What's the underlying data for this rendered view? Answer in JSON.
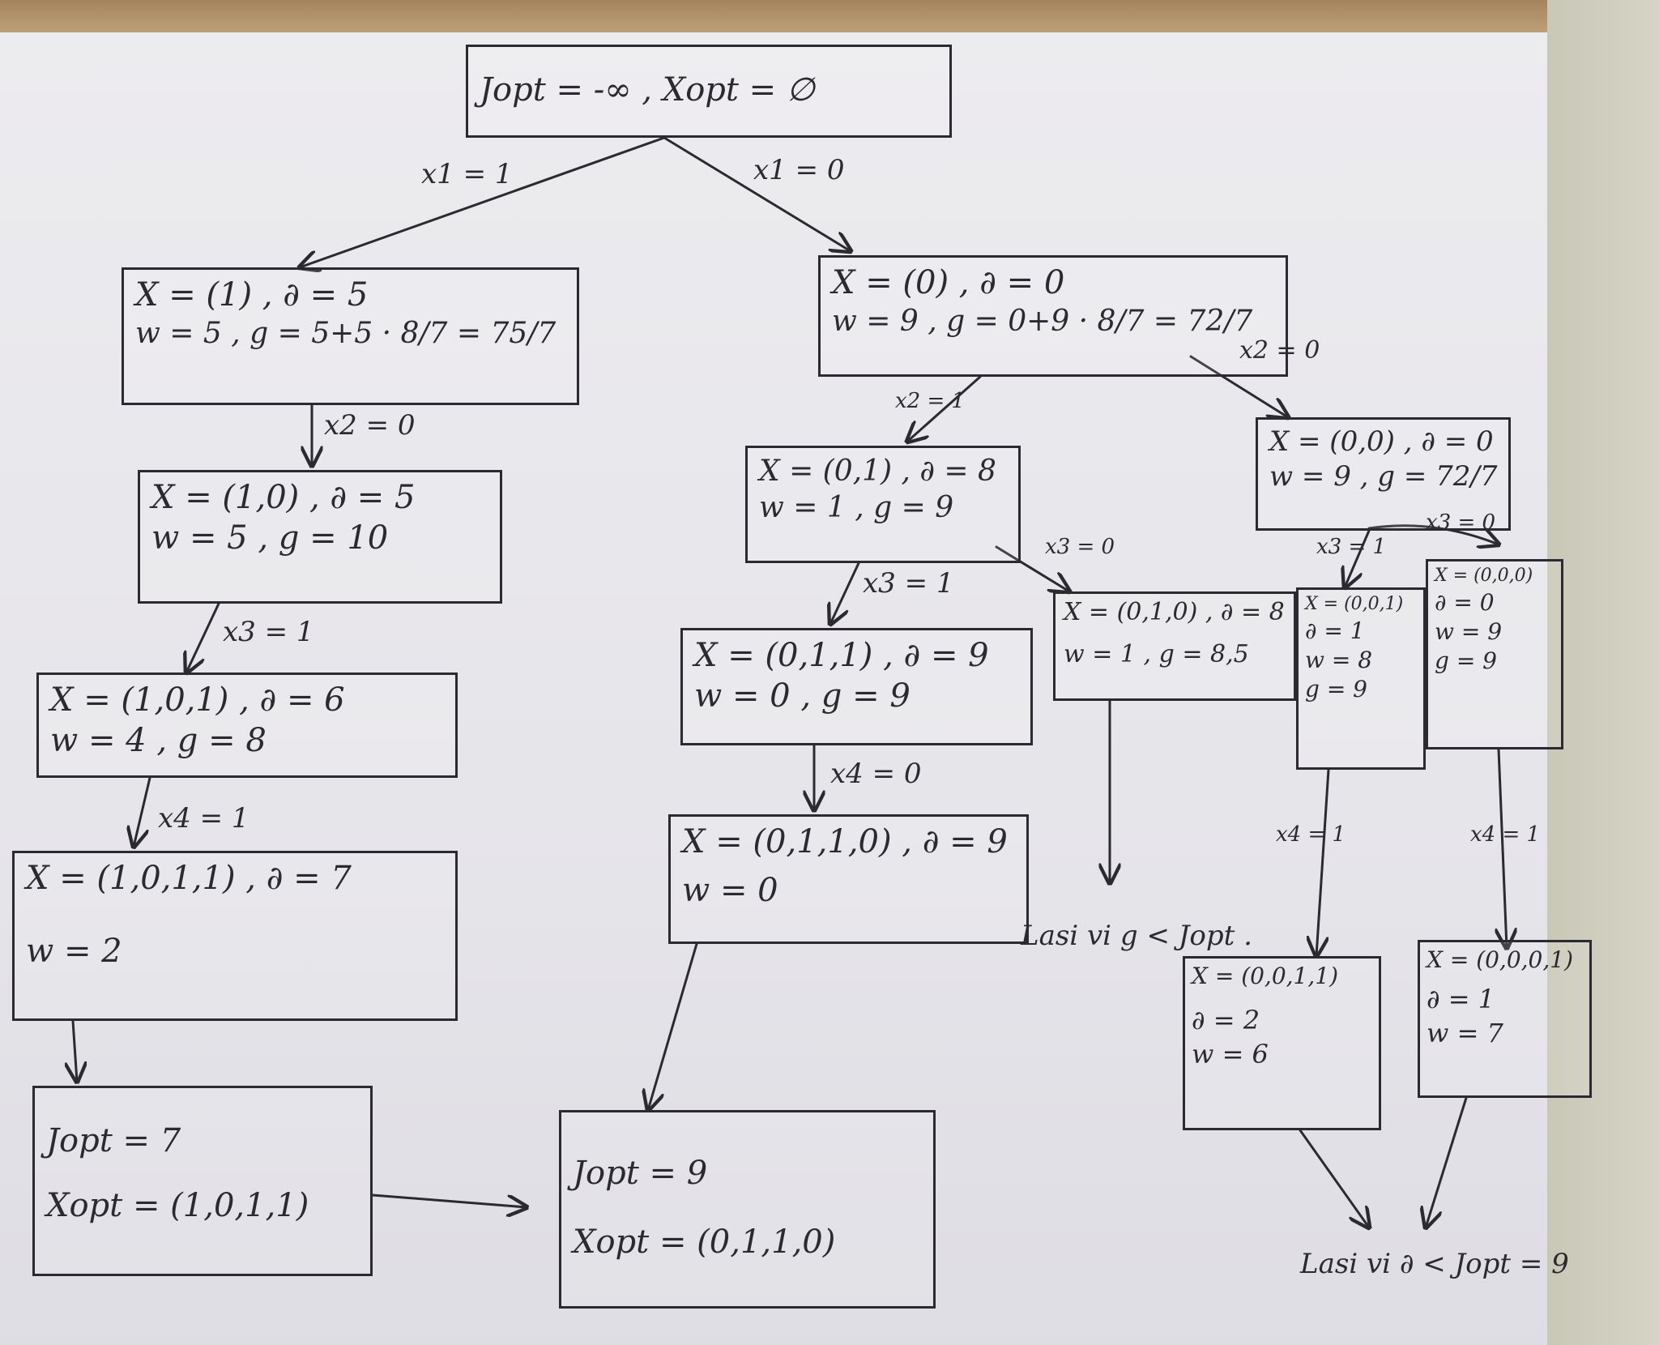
{
  "nodes": {
    "root": {
      "l1": "Jopt = -∞ , Xopt = ∅"
    },
    "a": {
      "l1": "X = (1) , ∂ = 5",
      "l2": "w = 5 , g = 5+5 · 8/7 = 75/7"
    },
    "b": {
      "l1": "X = (0) , ∂ = 0",
      "l2": "w = 9 , g = 0+9 · 8/7 = 72/7"
    },
    "c": {
      "l1": "X = (1,0) , ∂ = 5",
      "l2": "w = 5 , g = 10"
    },
    "d": {
      "l1": "X = (1,0,1) , ∂ = 6",
      "l2": "w = 4 , g = 8"
    },
    "e": {
      "l1": "X = (1,0,1,1) , ∂ = 7",
      "l2": "w = 2"
    },
    "f": {
      "l1": "Jopt = 7",
      "l2": "Xopt = (1,0,1,1)"
    },
    "g": {
      "l1": "X = (0,1) , ∂ = 8",
      "l2": "w = 1 , g = 9"
    },
    "h": {
      "l1": "X = (0,1,1) , ∂ = 9",
      "l2": "w = 0 , g = 9"
    },
    "i": {
      "l1": "X = (0,1,1,0) , ∂ = 9",
      "l2": "w = 0"
    },
    "j": {
      "l1": "Jopt = 9",
      "l2": "Xopt = (0,1,1,0)"
    },
    "k": {
      "l1": "X = (0,1,0) , ∂ = 8",
      "l2": "w = 1 , g = 8,5"
    },
    "m": {
      "l1": "X = (0,0) , ∂ = 0",
      "l2": "w = 9 , g = 72/7"
    },
    "n": {
      "l1": "X = (0,0,1)",
      "l2": "∂ = 1",
      "l3": "w = 8",
      "l4": "g = 9"
    },
    "o": {
      "l1": "X = (0,0,0)",
      "l2": "∂ = 0",
      "l3": "w = 9",
      "l4": "g = 9"
    },
    "p": {
      "l1": "X = (0,0,1,1)",
      "l2": "∂ = 2",
      "l3": "w = 6"
    },
    "q": {
      "l1": "X = (0,0,0,1)",
      "l2": "∂ = 1",
      "l3": "w = 7"
    }
  },
  "edges": {
    "root_a": "x1 = 1",
    "root_b": "x1 = 0",
    "a_c": "x2 = 0",
    "c_d": "x3 = 1",
    "d_e": "x4 = 1",
    "b_g": "x2 = 1",
    "b_m": "x2 = 0",
    "g_h": "x3 = 1",
    "g_k": "x3 = 0",
    "h_i": "x4 = 0",
    "m_n": "x3 = 1",
    "m_o": "x3 = 0",
    "n_p": "x4 = 1",
    "o_q": "x4 = 1"
  },
  "notes": {
    "prune_k": "Lasi vi g < Jopt .",
    "prune_pq": "Lasi vi ∂ < Jopt = 9"
  }
}
